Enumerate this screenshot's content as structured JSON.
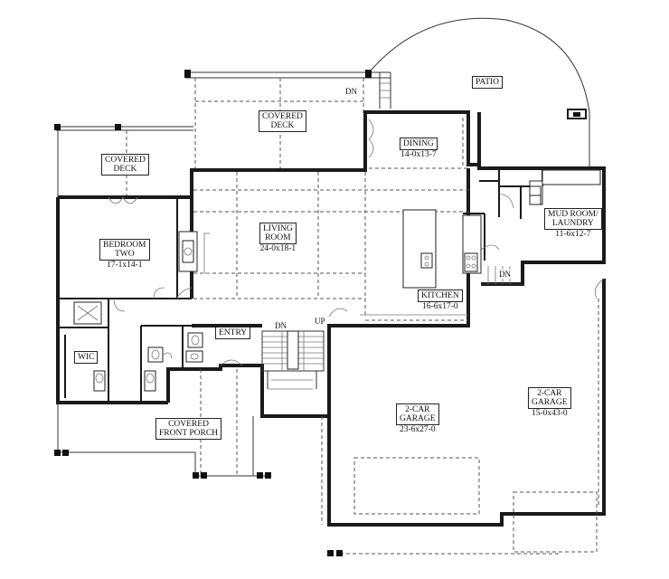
{
  "rooms": {
    "patio": {
      "name": "PATIO"
    },
    "covered_deck_top": {
      "name_line1": "COVERED",
      "name_line2": "DECK"
    },
    "covered_deck_left": {
      "name_line1": "COVERED",
      "name_line2": "DECK"
    },
    "dining": {
      "name": "DINING",
      "dims": "14-0x13-7"
    },
    "living_room": {
      "name_line1": "LIVING",
      "name_line2": "ROOM",
      "dims": "24-0x18-1"
    },
    "bedroom_two": {
      "name_line1": "BEDROOM",
      "name_line2": "TWO",
      "dims": "17-1x14-1"
    },
    "mud_room": {
      "name_line1": "MUD ROOM/",
      "name_line2": "LAUNDRY",
      "dims": "11-6x12-7"
    },
    "kitchen": {
      "name": "KITCHEN",
      "dims": "16-6x17-0"
    },
    "entry": {
      "name": "ENTRY"
    },
    "wic": {
      "name": "WIC"
    },
    "covered_front_porch": {
      "name_line1": "COVERED",
      "name_line2": "FRONT PORCH"
    },
    "garage_small": {
      "name_line1": "2-CAR",
      "name_line2": "GARAGE",
      "dims": "23-6x27-0"
    },
    "garage_large": {
      "name_line1": "2-CAR",
      "name_line2": "GARAGE",
      "dims": "15-0x43-0"
    }
  },
  "stair_labels": {
    "dn_deck": "DN",
    "dn_stair": "DN",
    "up_stair": "UP",
    "dn_mud": "DN"
  }
}
